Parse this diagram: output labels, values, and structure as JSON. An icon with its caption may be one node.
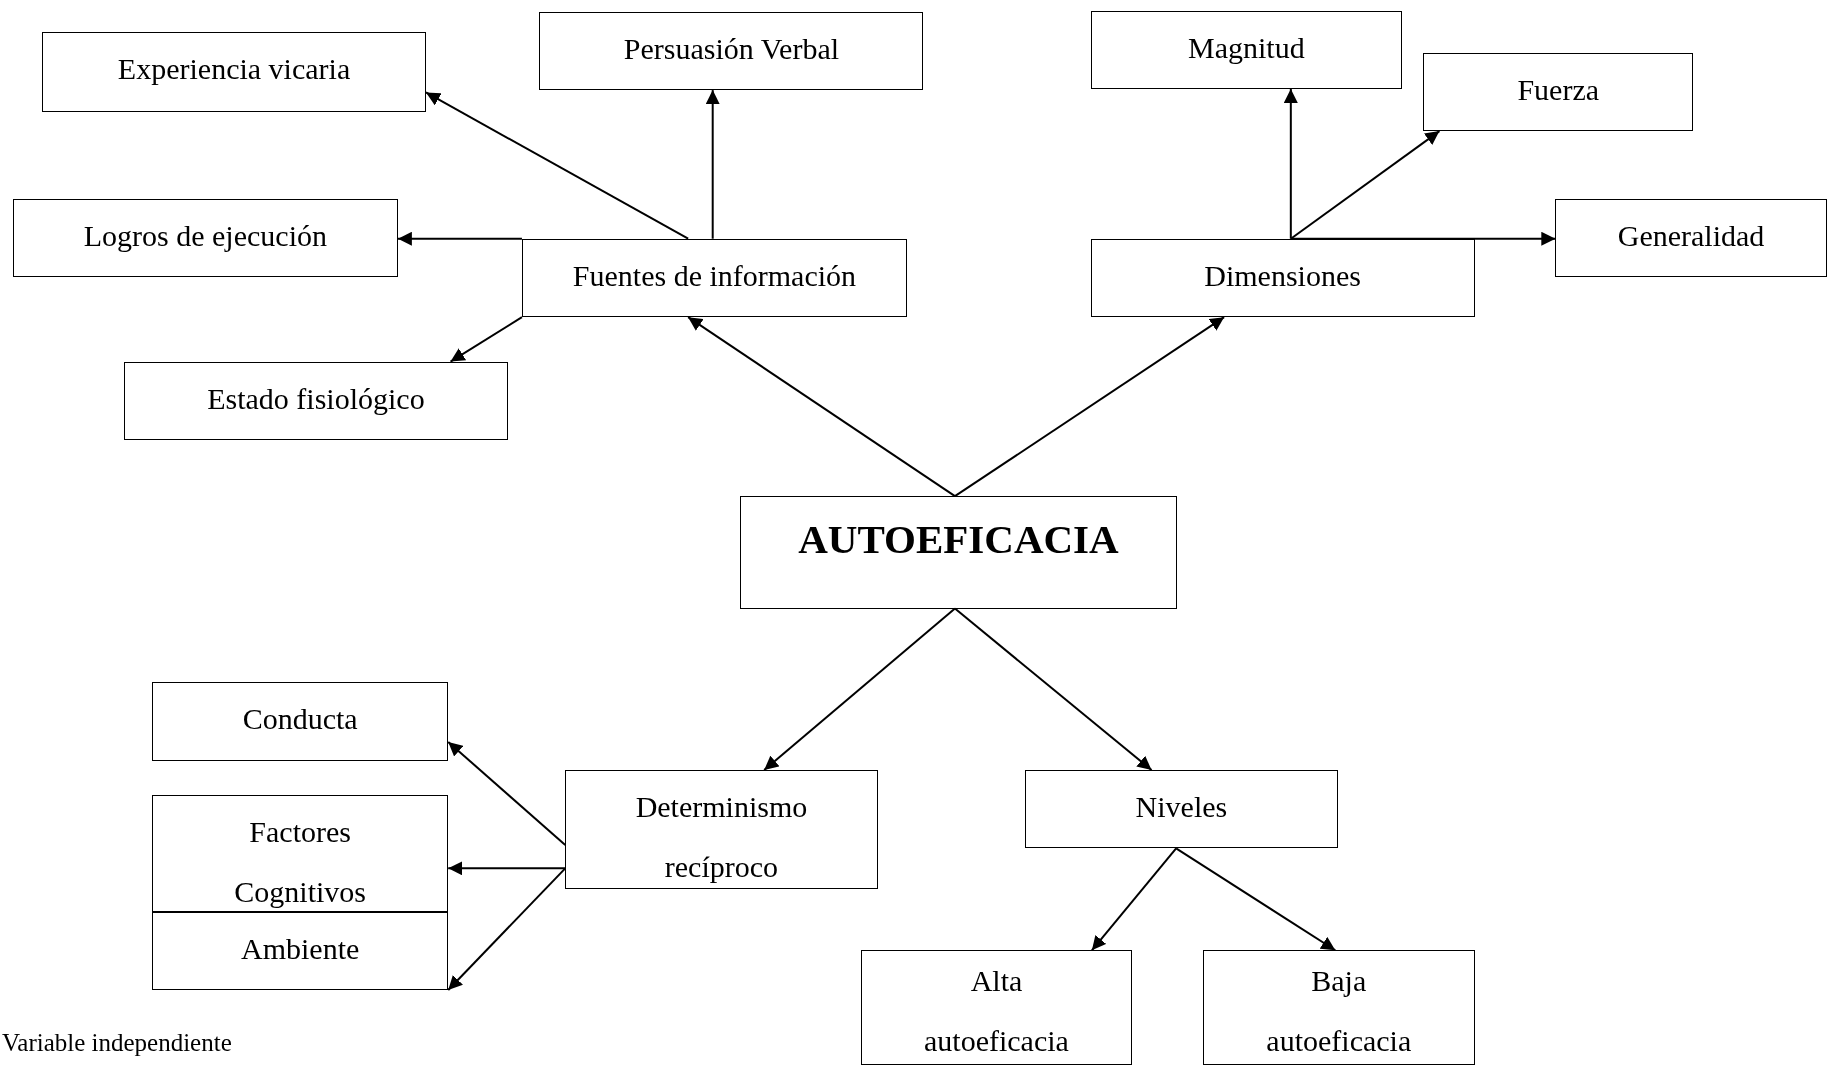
{
  "diagram": {
    "nodes": [
      {
        "text": [
          "AUTOEFICACIA"
        ]
      },
      {
        "text": [
          "Fuentes de información"
        ]
      },
      {
        "text": [
          "Dimensiones"
        ]
      },
      {
        "text": [
          "Experiencia vicaria"
        ]
      },
      {
        "text": [
          "Persuasión Verbal"
        ]
      },
      {
        "text": [
          "Logros de ejecución"
        ]
      },
      {
        "text": [
          "Estado fisiológico"
        ]
      },
      {
        "text": [
          "Magnitud"
        ]
      },
      {
        "text": [
          "Fuerza"
        ]
      },
      {
        "text": [
          "Generalidad"
        ]
      },
      {
        "text": [
          "Determinismo recíproco"
        ]
      },
      {
        "text": [
          "Niveles"
        ]
      },
      {
        "text": [
          "Conducta"
        ]
      },
      {
        "text": [
          "Factores Cognitivos"
        ]
      },
      {
        "text": [
          "Ambiente"
        ]
      },
      {
        "text": [
          "Alta autoeficacia"
        ]
      },
      {
        "text": [
          "Baja autoeficacia"
        ]
      }
    ],
    "edges": [
      {
        "from": 0,
        "to": 1,
        "arrow": "to"
      },
      {
        "from": 0,
        "to": 2,
        "arrow": "to"
      },
      {
        "from": 1,
        "to": 3,
        "arrow": "to"
      },
      {
        "from": 1,
        "to": 4,
        "arrow": "to"
      },
      {
        "from": 1,
        "to": 5,
        "arrow": "to"
      },
      {
        "from": 1,
        "to": 6,
        "arrow": "to"
      },
      {
        "from": 2,
        "to": 7,
        "arrow": "to"
      },
      {
        "from": 2,
        "to": 8,
        "arrow": "to"
      },
      {
        "from": 2,
        "to": 9,
        "arrow": "to"
      },
      {
        "from": 0,
        "to": 10,
        "arrow": "to"
      },
      {
        "from": 0,
        "to": 11,
        "arrow": "to"
      },
      {
        "from": 10,
        "to": 12,
        "arrow": "to"
      },
      {
        "from": 10,
        "to": 13,
        "arrow": "to"
      },
      {
        "from": 10,
        "to": 14,
        "arrow": "to"
      },
      {
        "from": 11,
        "to": 15,
        "arrow": "to"
      },
      {
        "from": 11,
        "to": 16,
        "arrow": "to"
      }
    ],
    "labels": [
      "Variable independiente"
    ]
  }
}
